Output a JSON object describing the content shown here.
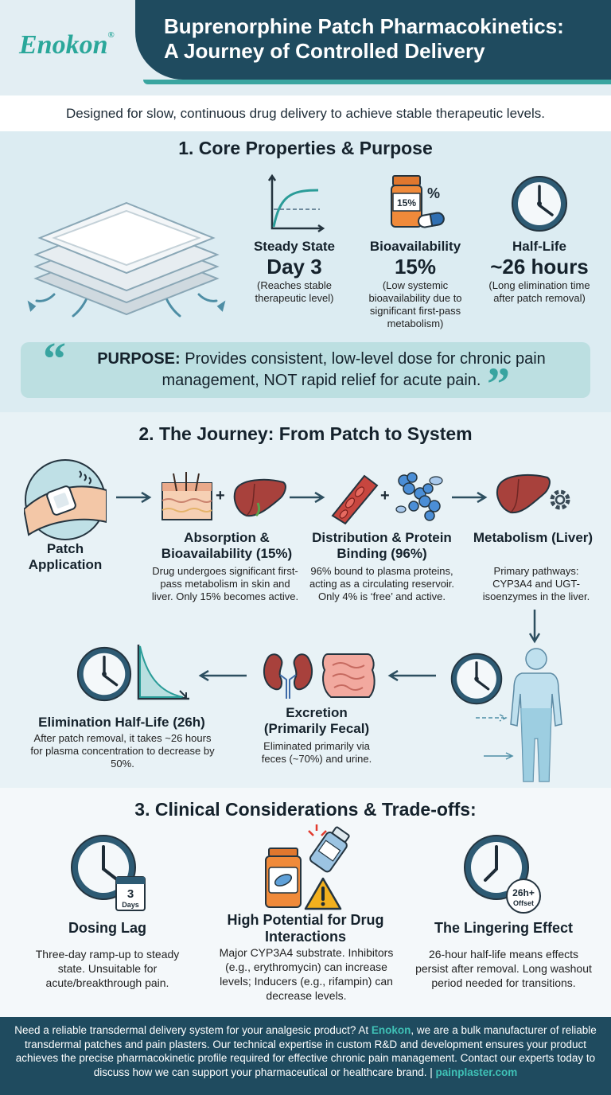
{
  "header": {
    "brand": "Enokon",
    "brand_mark": "®",
    "title_line1": "Buprenorphine Patch Pharmacokinetics:",
    "title_line2": "A Journey of Controlled Delivery"
  },
  "tagline": "Designed for slow, continuous drug delivery to achieve stable therapeutic levels.",
  "section1": {
    "title": "1. Core Properties & Purpose",
    "properties": [
      {
        "label": "Steady State",
        "value": "Day 3",
        "desc": "(Reaches stable therapeutic level)",
        "icon": "steady-state-graph-icon"
      },
      {
        "label": "Bioavailability",
        "value": "15%",
        "desc": "(Low systemic bioavailability due to significant first-pass metabolism)",
        "icon": "pill-bottle-icon",
        "icon_text": "15%",
        "icon_pct": "%"
      },
      {
        "label": "Half-Life",
        "value": "~26 hours",
        "desc": "(Long elimination time after patch removal)",
        "icon": "clock-icon"
      }
    ],
    "purpose_label": "PURPOSE:",
    "purpose_text": " Provides consistent, low-level dose for chronic pain management, NOT rapid relief for acute pain."
  },
  "section2": {
    "title": "2. The Journey: From Patch to System",
    "steps": [
      {
        "title": "Patch Application",
        "desc": ""
      },
      {
        "title": "Absorption & Bioavailability (15%)",
        "desc": "Drug undergoes significant first-pass metabolism in skin and liver. Only 15% becomes active."
      },
      {
        "title": "Distribution & Protein Binding (96%)",
        "desc": "96% bound to plasma proteins, acting as a circulating reservoir. Only 4% is ‘free’ and active."
      },
      {
        "title": "Metabolism (Liver)",
        "desc": "Primary pathways: CYP3A4 and UGT-isoenzymes in the liver."
      },
      {
        "title": "Excretion (Primarily Fecal)",
        "desc": "Eliminated primarily via feces (~70%) and urine."
      },
      {
        "title": "Elimination Half-Life (26h)",
        "desc": "After patch removal, it takes ~26 hours for plasma concentration to decrease by 50%."
      }
    ],
    "plus": "+"
  },
  "section3": {
    "title": "3. Clinical Considerations & Trade-offs:",
    "items": [
      {
        "title": "Dosing Lag",
        "desc": "Three-day ramp-up to steady state. Unsuitable for acute/breakthrough pain.",
        "badge_num": "3",
        "badge_txt": "Days"
      },
      {
        "title": "High Potential for Drug Interactions",
        "desc": "Major CYP3A4 substrate. Inhibitors (e.g., erythromycin) can increase levels; Inducers (e.g., rifampin) can decrease levels."
      },
      {
        "title": "The Lingering Effect",
        "desc": "26-hour half-life means effects persist after removal. Long washout period needed for transitions.",
        "badge_num": "26h+",
        "badge_txt": "Offset"
      }
    ]
  },
  "footer": {
    "pre": "Need a reliable transdermal delivery system for your analgesic product? At ",
    "brand": "Enokon",
    "post": ", we are a bulk manufacturer of reliable transdermal patches and pain plasters. Our technical expertise in custom R&D and development ensures your product achieves the precise pharmacokinetic profile required for effective chronic pain management. Contact our experts today to discuss how we can support your pharmaceutical or healthcare brand. | ",
    "site": "painplaster.com"
  },
  "colors": {
    "navy": "#1f4b5f",
    "teal": "#38a4a0",
    "accent": "#3fc1b6"
  }
}
